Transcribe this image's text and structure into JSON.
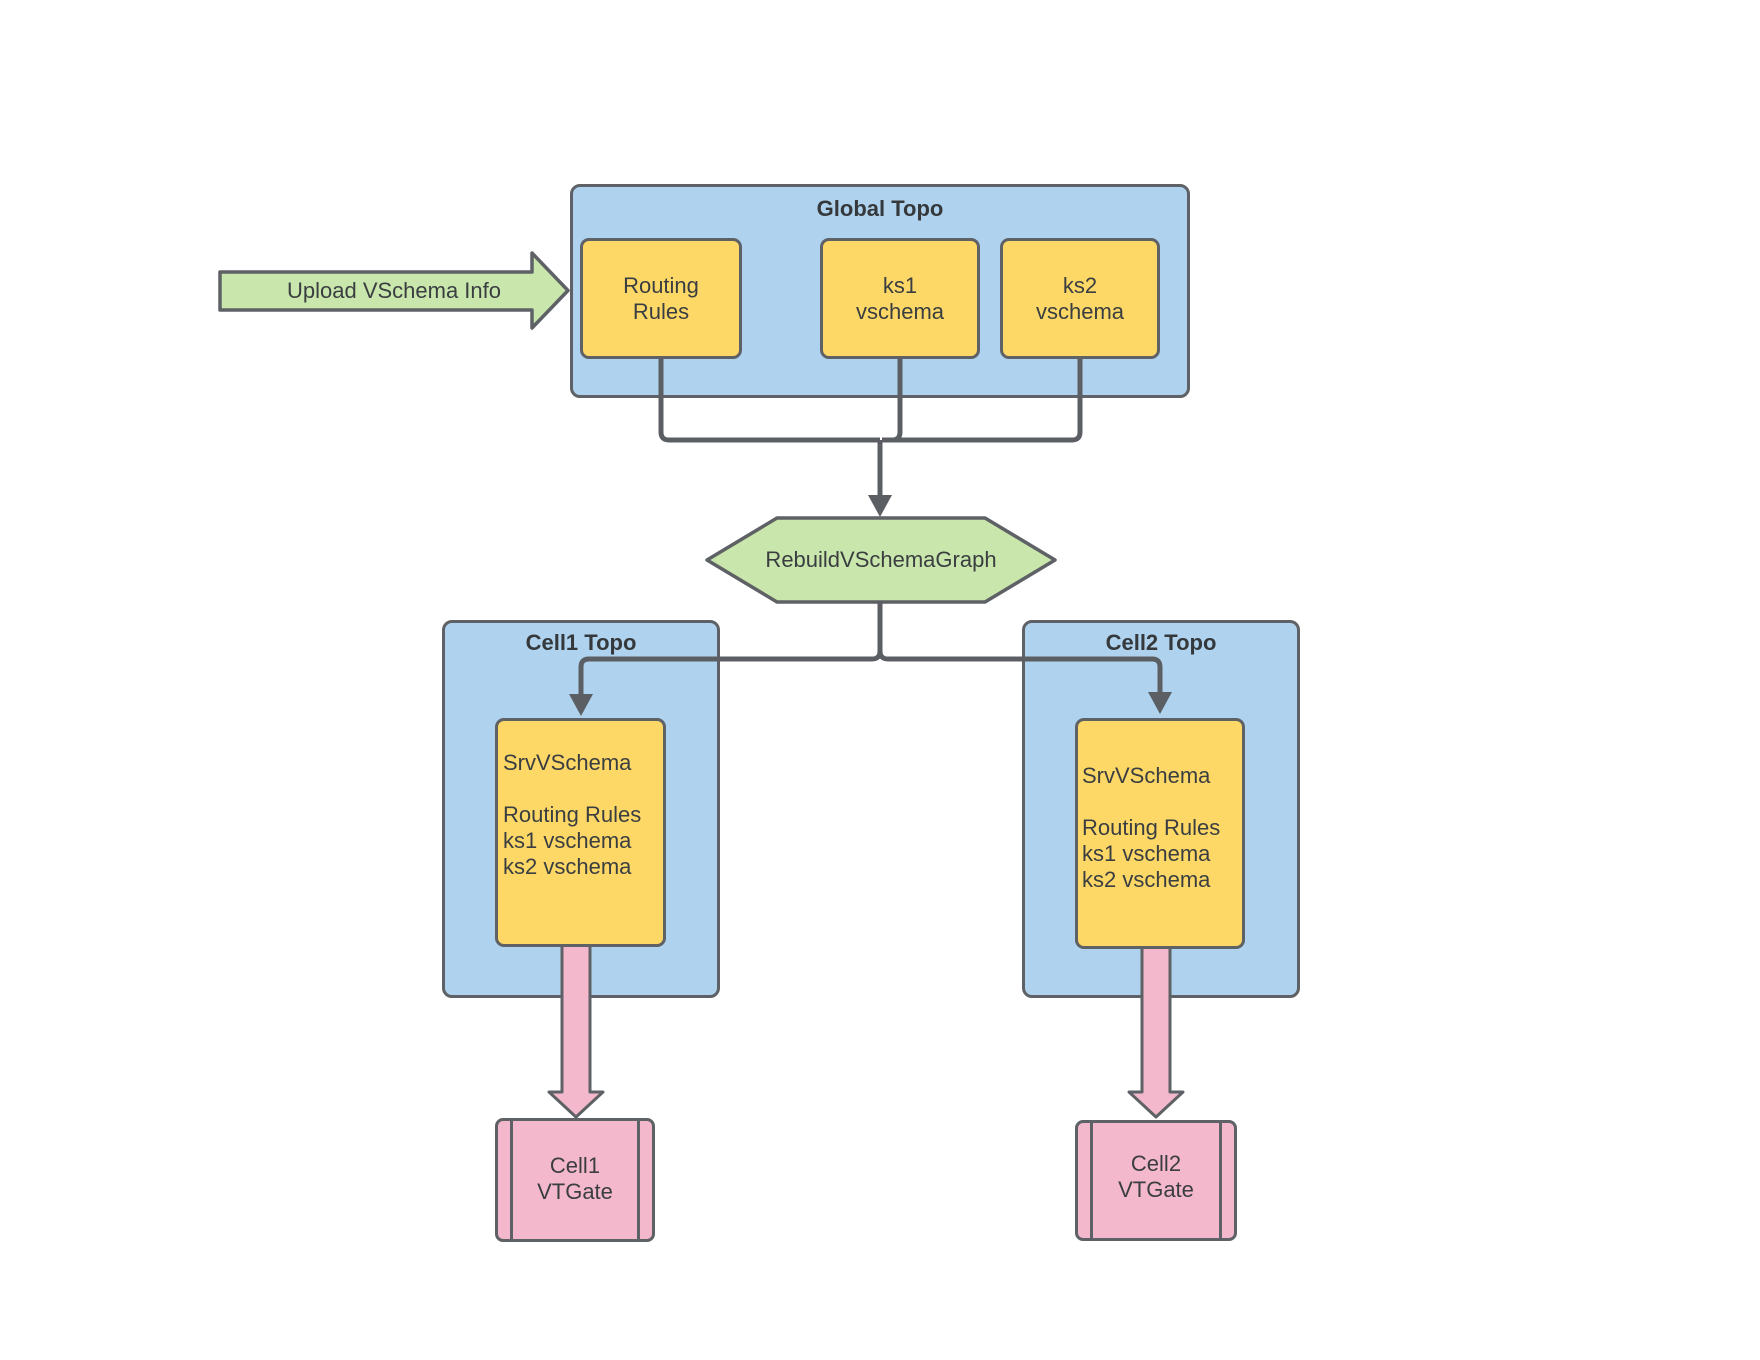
{
  "diagram": {
    "background": "#ffffff",
    "colors": {
      "container_fill": "#AFD3EE",
      "node_fill": "#FDD867",
      "action_fill": "#C9E7AC",
      "vtgate_fill": "#F4B8CC",
      "border": "#5E6165",
      "connector": "#5B5F63",
      "text": "#3A3E41"
    },
    "upload_arrow": {
      "label": "Upload VSchema Info"
    },
    "global_topo": {
      "title": "Global Topo",
      "nodes": [
        {
          "id": "routing-rules",
          "label": "Routing\nRules"
        },
        {
          "id": "ks1-vschema",
          "label": "ks1\nvschema"
        },
        {
          "id": "ks2-vschema",
          "label": "ks2\nvschema"
        }
      ]
    },
    "rebuild_step": {
      "label": "RebuildVSchemaGraph"
    },
    "cells": [
      {
        "title": "Cell1 Topo",
        "srvvschema": "SrvVSchema\n\nRouting Rules\nks1 vschema\nks2 vschema",
        "vtgate": "Cell1\nVTGate"
      },
      {
        "title": "Cell2 Topo",
        "srvvschema": "SrvVSchema\n\nRouting Rules\nks1 vschema\nks2 vschema",
        "vtgate": "Cell2\nVTGate"
      }
    ]
  }
}
